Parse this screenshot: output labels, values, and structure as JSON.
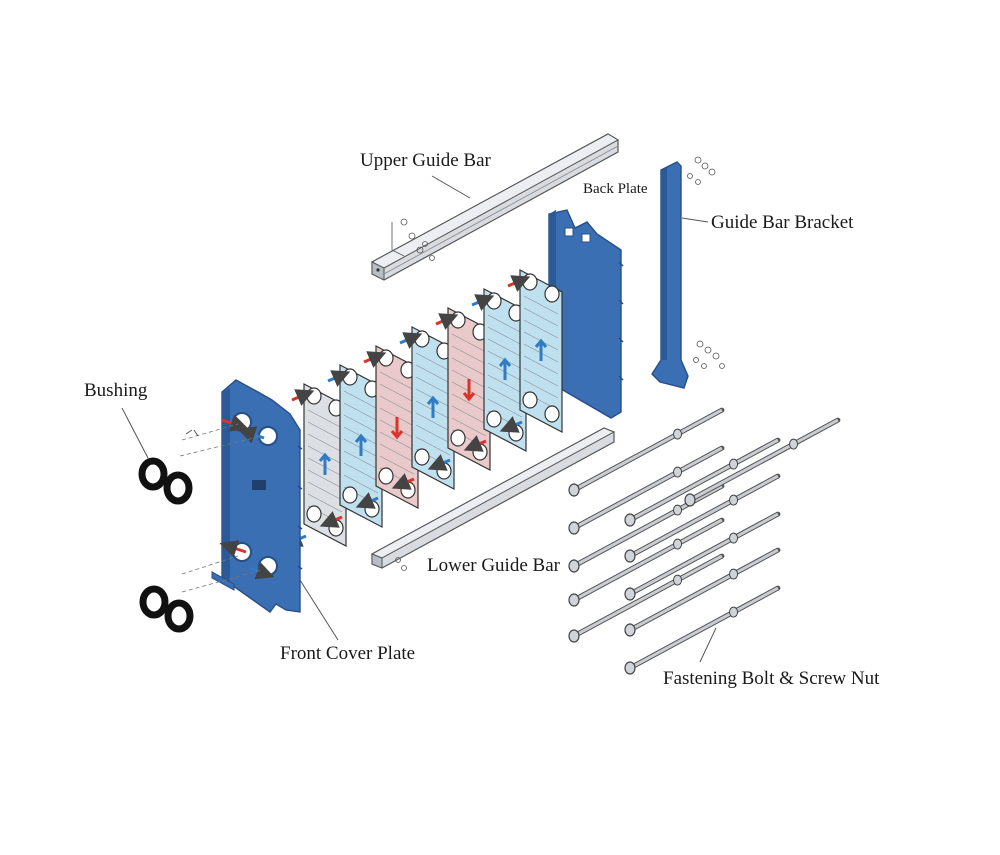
{
  "labels": {
    "upper_guide_bar": "Upper Guide Bar",
    "back_plate": "Back Plate",
    "guide_bar_bracket": "Guide Bar Bracket",
    "bushing": "Bushing",
    "lower_guide_bar": "Lower Guide Bar",
    "front_cover_plate": "Front Cover Plate",
    "fastening_bolt": "Fastening Bolt & Screw Nut"
  },
  "colors": {
    "frame_blue": "#3a6fb4",
    "frame_blue_dark": "#274f86",
    "hot_plate": "#e9c9c9",
    "cold_plate": "#bfe0ee",
    "neutral_plate": "#dcdfe4",
    "hot_arrow": "#d9342b",
    "cold_arrow": "#2f7bc4",
    "steel": "#c9ccd1"
  },
  "plates": [
    {
      "kind": "neutral"
    },
    {
      "kind": "cold"
    },
    {
      "kind": "hot"
    },
    {
      "kind": "cold"
    },
    {
      "kind": "hot"
    },
    {
      "kind": "cold"
    },
    {
      "kind": "cold"
    }
  ],
  "bolts_count": 11
}
